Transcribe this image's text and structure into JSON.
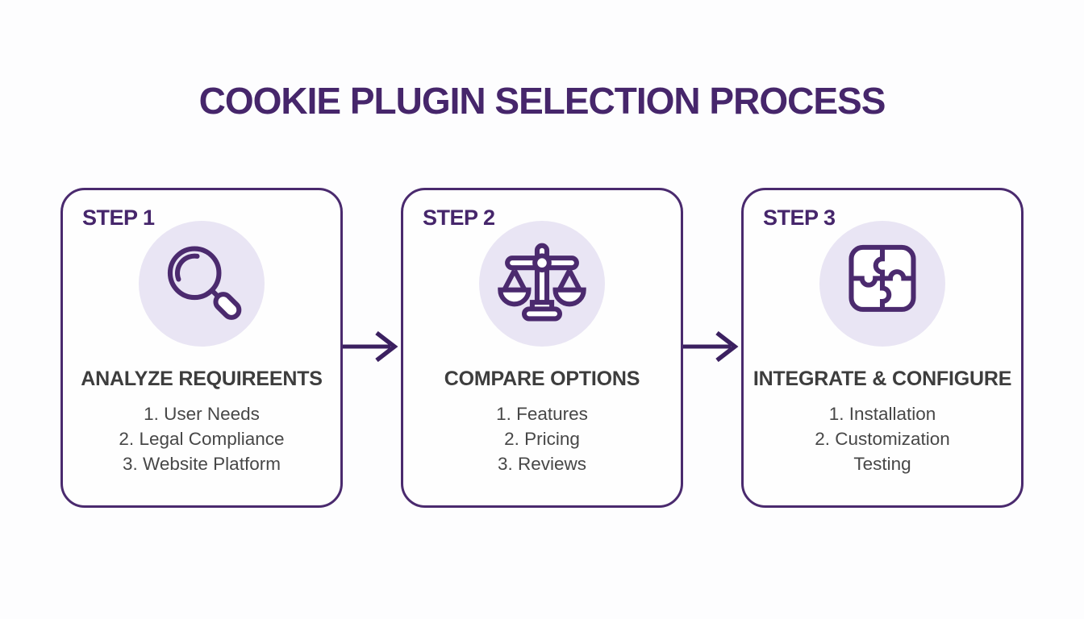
{
  "title": "COOKIE PLUGIN SELECTION PROCESS",
  "colors": {
    "accent_purple": "#46266b",
    "card_border": "#4a2a6e",
    "icon_stroke": "#4b2a6e",
    "icon_circle_bg": "#e9e5f4",
    "heading_text": "#3d3d3d",
    "body_text": "#474747",
    "background": "#fdfdfe"
  },
  "icons": {
    "step1": "magnifier-icon",
    "step2": "scales-icon",
    "step3": "puzzle-icon",
    "connector": "arrow-right-icon"
  },
  "steps": [
    {
      "label": "STEP 1",
      "heading": "ANALYZE REQUIREENTS",
      "items": [
        "1. User Needs",
        "2. Legal Compliance",
        "3. Website Platform"
      ]
    },
    {
      "label": "STEP 2",
      "heading": "COMPARE OPTIONS",
      "items": [
        "1. Features",
        "2. Pricing",
        "3. Reviews"
      ]
    },
    {
      "label": "STEP 3",
      "heading": "INTEGRATE & CONFIGURE",
      "items": [
        "1. Installation",
        "2. Customization",
        "Testing"
      ]
    }
  ]
}
